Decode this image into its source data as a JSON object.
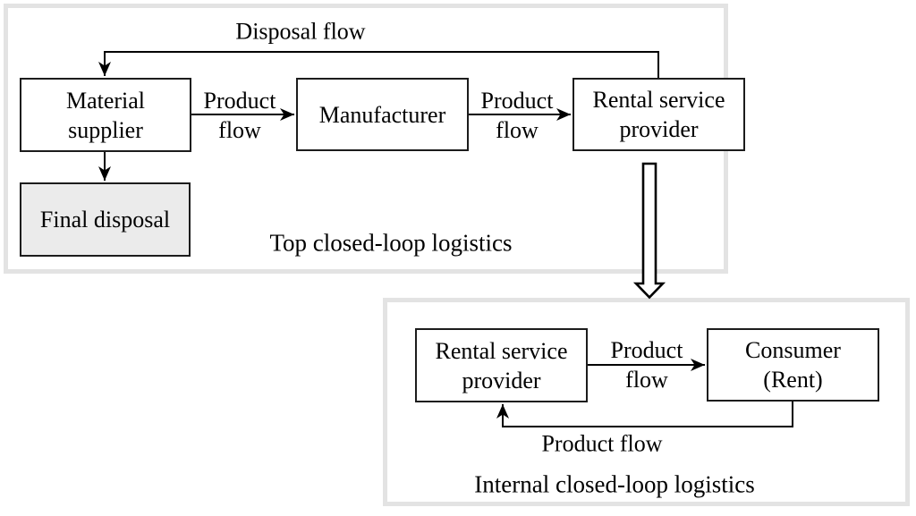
{
  "diagram": {
    "panels": {
      "top": {
        "title": "Top closed-loop logistics"
      },
      "internal": {
        "title": "Internal closed-loop logistics"
      }
    },
    "boxes": {
      "material_supplier": "Material\nsupplier",
      "manufacturer": "Manufacturer",
      "rental_provider_top": "Rental service\nprovider",
      "final_disposal": "Final disposal",
      "rental_provider_internal": "Rental service\nprovider",
      "consumer": "Consumer\n(Rent)"
    },
    "labels": {
      "disposal_flow": "Disposal flow",
      "product_flow_supplier_manufacturer": "Product\nflow",
      "product_flow_manufacturer_rental": "Product\nflow",
      "product_flow_rental_consumer": "Product\nflow",
      "product_flow_return": "Product flow"
    },
    "colors": {
      "panel_border": "#e3e3e3",
      "box_border": "#1c1c1c",
      "box_fill": "#ffffff",
      "disposal_fill": "#ebebeb",
      "line": "#000000",
      "text": "#000000",
      "background": "#ffffff"
    }
  }
}
